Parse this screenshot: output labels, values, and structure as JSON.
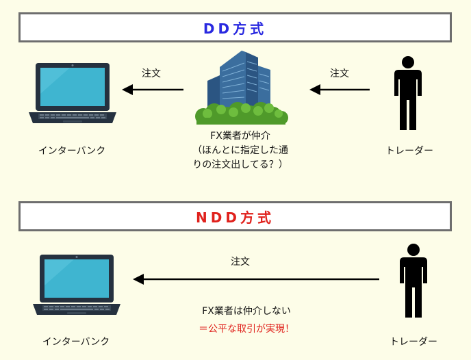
{
  "dd_section": {
    "title": "DD方式",
    "title_color": "#2929e0",
    "order_label_left": "注文",
    "order_label_right": "注文",
    "broker_caption_line1": "FX業者が仲介",
    "broker_caption_line2": "（ほんとに指定した通",
    "broker_caption_line3": "りの注文出してる？）",
    "interbank_label": "インターバンク",
    "trader_label": "トレーダー"
  },
  "ndd_section": {
    "title": "NDD方式",
    "title_color": "#e0211c",
    "order_label": "注文",
    "broker_caption": "FX業者は仲介しない",
    "fair_trade_caption": "＝公平な取引が実現！",
    "fair_trade_color": "#e0211c",
    "interbank_label": "インターバンク",
    "trader_label": "トレーダー"
  },
  "colors": {
    "background": "#fdfde8",
    "laptop_screen": "#3fb5d0",
    "laptop_body": "#25313f",
    "building": "#3b6e9e",
    "trees": "#5aa52f",
    "person": "#000000"
  },
  "icons": {
    "laptop": "laptop-icon",
    "building": "office-building-icon",
    "person": "person-icon",
    "arrow": "left-arrow-icon"
  }
}
